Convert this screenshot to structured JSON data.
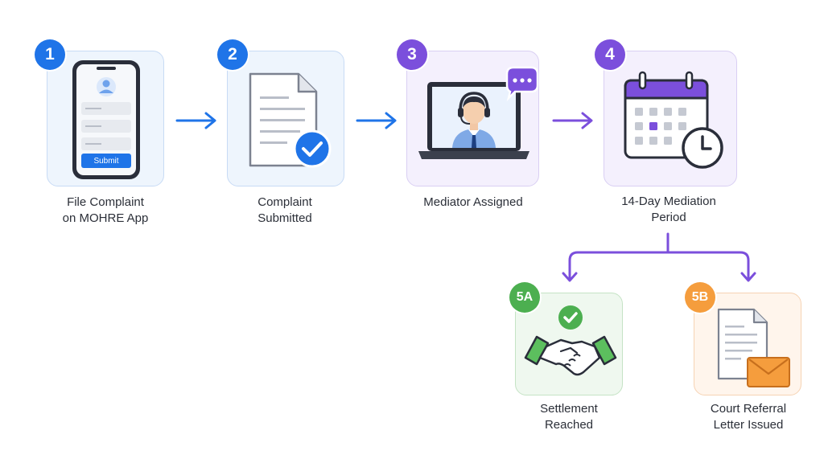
{
  "steps": [
    {
      "badge": "1",
      "caption_line1": "File Complaint",
      "caption_line2": "on MOHRE App",
      "phone_button": "Submit",
      "color": "#1f74e8"
    },
    {
      "badge": "2",
      "caption_line1": "Complaint",
      "caption_line2": "Submitted",
      "color": "#1f74e8"
    },
    {
      "badge": "3",
      "caption_line1": "Mediator Assigned",
      "caption_line2": "",
      "color": "#7b4fdc"
    },
    {
      "badge": "4",
      "caption_line1": "14-Day Mediation",
      "caption_line2": "Period",
      "color": "#7b4fdc"
    }
  ],
  "outcomes": [
    {
      "badge": "5A",
      "caption_line1": "Settlement",
      "caption_line2": "Reached",
      "color": "#4caf50"
    },
    {
      "badge": "5B",
      "caption_line1": "Court Referral",
      "caption_line2": "Letter Issued",
      "color": "#f59d3d"
    }
  ],
  "icons": [
    "phone-icon",
    "document-check-icon",
    "mediator-laptop-icon",
    "calendar-clock-icon",
    "handshake-icon",
    "document-envelope-icon"
  ],
  "colors": {
    "blue": "#1f74e8",
    "purple": "#7b4fdc",
    "green": "#4caf50",
    "orange": "#f59d3d"
  }
}
